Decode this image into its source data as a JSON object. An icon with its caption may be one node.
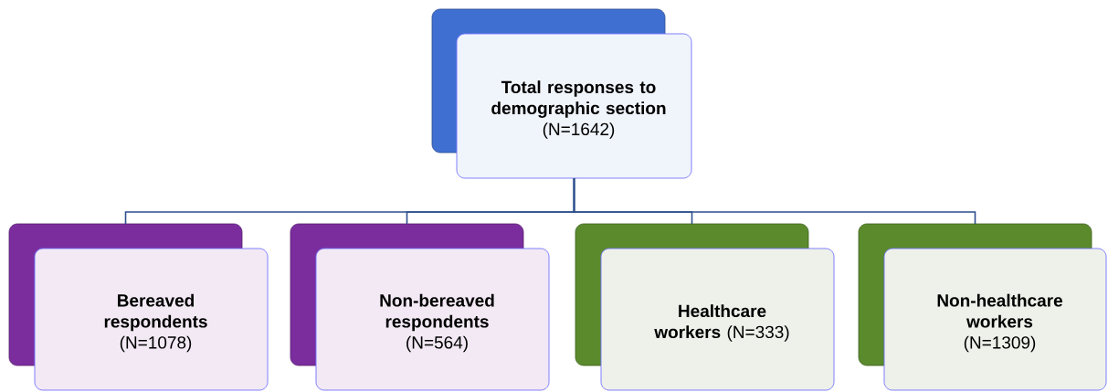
{
  "diagram": {
    "nodes": [
      {
        "text": [
          "Total responses to demographic section",
          "(N=1642)"
        ]
      },
      {
        "text": [
          "Bereaved respondents",
          "(N=1078)"
        ]
      },
      {
        "text": [
          "Non-bereaved respondents",
          "(N=564)"
        ]
      },
      {
        "text": [
          "**Healthcare workers** (N=333)"
        ]
      },
      {
        "text": [
          "Non-healthcare workers",
          "(N=1309)"
        ]
      }
    ],
    "edges": [
      {
        "from": 0,
        "to": 1,
        "arrow": "none"
      },
      {
        "from": 0,
        "to": 2,
        "arrow": "none"
      },
      {
        "from": 0,
        "to": 3,
        "arrow": "none"
      },
      {
        "from": 0,
        "to": 4,
        "arrow": "none"
      }
    ]
  }
}
